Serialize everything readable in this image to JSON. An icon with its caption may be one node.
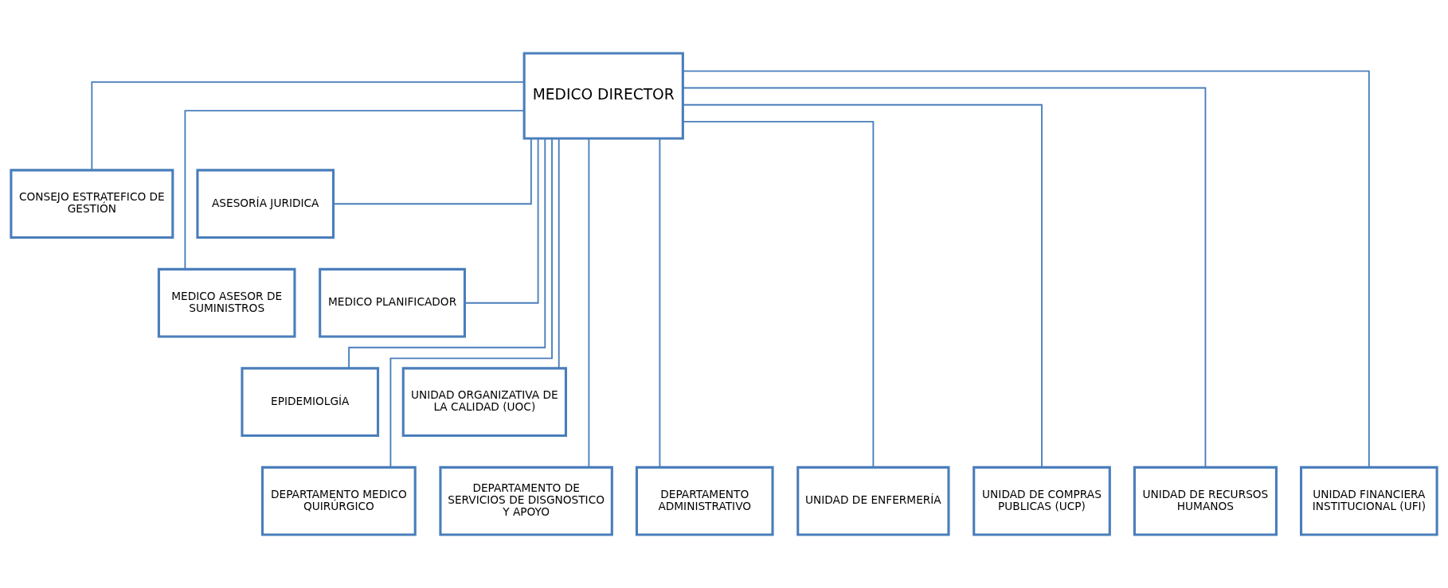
{
  "diagram": {
    "nodes": [
      {
        "text": [
          "MEDICO DIRECTOR"
        ]
      },
      {
        "text": [
          "CONSEJO ESTRATEFICO DE GESTIÓN"
        ]
      },
      {
        "text": [
          "ASESORÍA JURIDICA"
        ]
      },
      {
        "text": [
          "MEDICO ASESOR DE SUMINISTROS"
        ]
      },
      {
        "text": [
          "MEDICO PLANIFICADOR"
        ]
      },
      {
        "text": [
          "EPIDEMIOLGÍA"
        ]
      },
      {
        "text": [
          "UNIDAD ORGANIZATIVA DE LA CALIDAD (UOC)"
        ]
      },
      {
        "text": [
          "DEPARTAMENTO MEDICO QUIRÚRGICO"
        ]
      },
      {
        "text": [
          "DEPARTAMENTO DE SERVICIOS DE DISGNOSTICO Y APOYO"
        ]
      },
      {
        "text": [
          "DEPARTAMENTO ADMINISTRATIVO"
        ]
      },
      {
        "text": [
          "UNIDAD DE ENFERMERÍA"
        ]
      },
      {
        "text": [
          "UNIDAD DE COMPRAS PUBLICAS (UCP)"
        ]
      },
      {
        "text": [
          "UNIDAD DE RECURSOS HUMANOS"
        ]
      },
      {
        "text": [
          "UNIDAD FINANCIERA INSTITUCIONAL (UFI)"
        ]
      }
    ],
    "edges": [
      {
        "from": 0,
        "to": 1,
        "arrow": "none"
      },
      {
        "from": 0,
        "to": 2,
        "arrow": "none"
      },
      {
        "from": 0,
        "to": 3,
        "arrow": "none"
      },
      {
        "from": 0,
        "to": 4,
        "arrow": "none"
      },
      {
        "from": 0,
        "to": 5,
        "arrow": "none"
      },
      {
        "from": 0,
        "to": 6,
        "arrow": "none"
      },
      {
        "from": 0,
        "to": 7,
        "arrow": "none"
      },
      {
        "from": 0,
        "to": 8,
        "arrow": "none"
      },
      {
        "from": 0,
        "to": 9,
        "arrow": "none"
      },
      {
        "from": 0,
        "to": 10,
        "arrow": "none"
      },
      {
        "from": 0,
        "to": 11,
        "arrow": "none"
      },
      {
        "from": 0,
        "to": 12,
        "arrow": "none"
      },
      {
        "from": 0,
        "to": 13,
        "arrow": "none"
      }
    ]
  }
}
